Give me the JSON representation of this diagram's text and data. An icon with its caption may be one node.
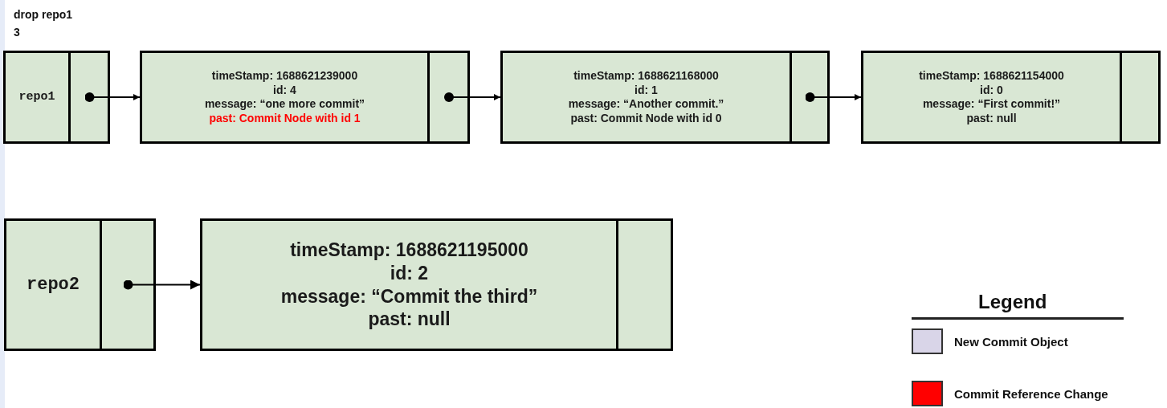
{
  "diagram": {
    "nodes": [
      {
        "text": [
          "repo1"
        ]
      },
      {
        "text": [
          "timeStamp: 1688621239000",
          "id: 4",
          "message: “one more commit”",
          "past: Commit Node with id 1"
        ]
      },
      {
        "text": [
          "timeStamp: 1688621168000",
          "id: 1",
          "message: “Another commit.”",
          "past: Commit Node with id 0"
        ]
      },
      {
        "text": [
          "timeStamp: 1688621154000",
          "id: 0",
          "message: “First commit!”",
          "past: null"
        ]
      },
      {
        "text": [
          "repo2"
        ]
      },
      {
        "text": [
          "timeStamp: 1688621195000",
          "id: 2",
          "message: “Commit the third”",
          "past: null"
        ]
      }
    ],
    "edges": [
      {
        "from": 0,
        "to": 1,
        "arrow": "to"
      },
      {
        "from": 1,
        "to": 2,
        "arrow": "to"
      },
      {
        "from": 2,
        "to": 3,
        "arrow": "to"
      },
      {
        "from": 4,
        "to": 5,
        "arrow": "to"
      }
    ],
    "labels": [
      "drop repo1",
      "3",
      "Legend"
    ],
    "legend": [
      {
        "text": "New Commit Object",
        "color": "#d9d5e8"
      },
      {
        "text": "Commit Reference Change",
        "color": "#ff0000"
      }
    ]
  }
}
